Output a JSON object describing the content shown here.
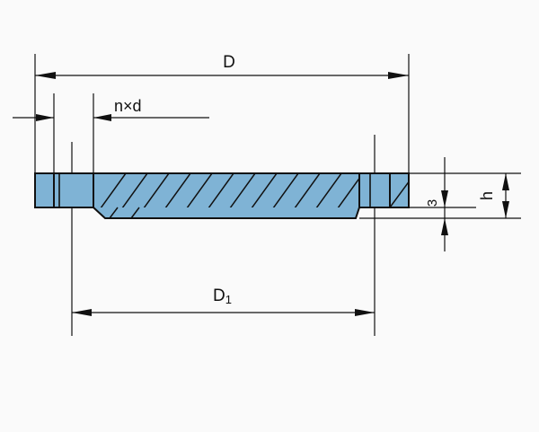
{
  "labels": {
    "outer_diameter": "D",
    "bolt_circle_diameter_main": "D",
    "bolt_circle_diameter_sub": "1",
    "bolt_holes": "n×d",
    "thickness": "h",
    "recess_depth": "3"
  },
  "colors": {
    "section_fill": "#7fb3d5",
    "line": "#111111",
    "background": "#fafafa"
  }
}
